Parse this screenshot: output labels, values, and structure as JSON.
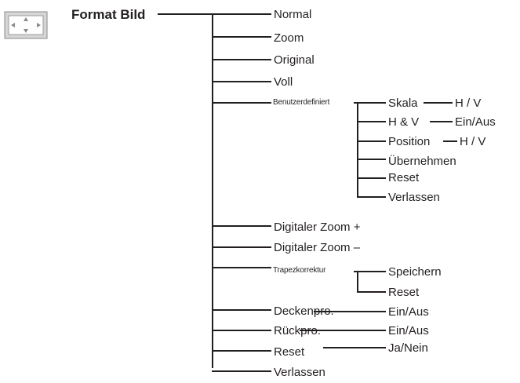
{
  "menu": {
    "title": "Format Bild",
    "icon": "picture-format-icon",
    "items": [
      "Normal",
      "Zoom",
      "Original",
      "Voll",
      "Benutzerdefiniert",
      "Digitaler Zoom +",
      "Digitaler Zoom –",
      "Trapezkorrektur",
      "Deckenpro.",
      "Rückpro.",
      "Reset",
      "Verlassen"
    ],
    "benutzerdefiniert": {
      "items": [
        "Skala",
        "H & V",
        "Position",
        "Übernehmen",
        "Reset",
        "Verlassen"
      ],
      "values": [
        "H / V",
        "Ein/Aus",
        "H / V"
      ]
    },
    "trapezkorrektur": {
      "items": [
        "Speichern",
        "Reset"
      ]
    },
    "values": {
      "deckenpro": "Ein/Aus",
      "rueckpro": "Ein/Aus",
      "reset": "Ja/Nein"
    }
  }
}
